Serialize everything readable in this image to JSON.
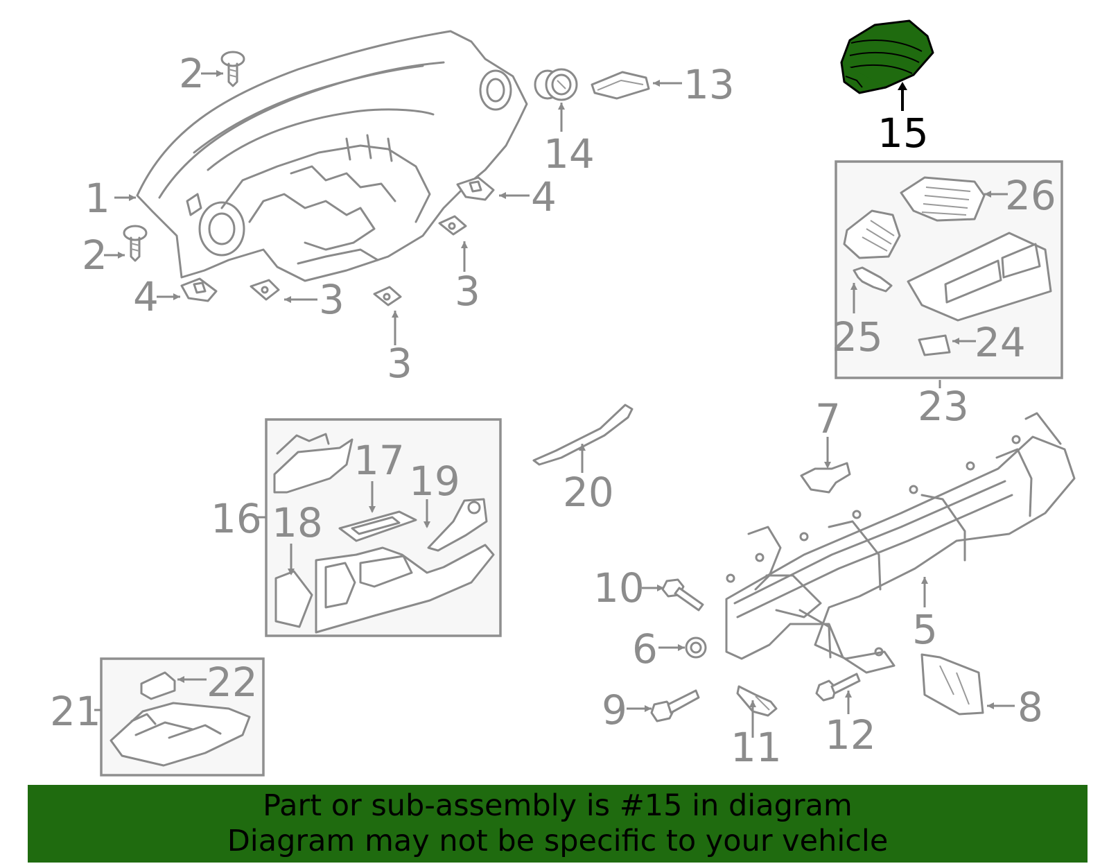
{
  "diagram": {
    "highlighted_part": "15",
    "highlight_color": "#1f6b0f",
    "callouts": [
      {
        "id": "c1",
        "text": "1"
      },
      {
        "id": "c2a",
        "text": "2"
      },
      {
        "id": "c2b",
        "text": "2"
      },
      {
        "id": "c3a",
        "text": "3"
      },
      {
        "id": "c3b",
        "text": "3"
      },
      {
        "id": "c3c",
        "text": "3"
      },
      {
        "id": "c4a",
        "text": "4"
      },
      {
        "id": "c4b",
        "text": "4"
      },
      {
        "id": "c5",
        "text": "5"
      },
      {
        "id": "c6",
        "text": "6"
      },
      {
        "id": "c7",
        "text": "7"
      },
      {
        "id": "c8",
        "text": "8"
      },
      {
        "id": "c9",
        "text": "9"
      },
      {
        "id": "c10",
        "text": "10"
      },
      {
        "id": "c11",
        "text": "11"
      },
      {
        "id": "c12",
        "text": "12"
      },
      {
        "id": "c13",
        "text": "13"
      },
      {
        "id": "c14",
        "text": "14"
      },
      {
        "id": "c15",
        "text": "15"
      },
      {
        "id": "c16",
        "text": "16"
      },
      {
        "id": "c17",
        "text": "17"
      },
      {
        "id": "c18",
        "text": "18"
      },
      {
        "id": "c19",
        "text": "19"
      },
      {
        "id": "c20",
        "text": "20"
      },
      {
        "id": "c21",
        "text": "21"
      },
      {
        "id": "c22",
        "text": "22"
      },
      {
        "id": "c23",
        "text": "23"
      },
      {
        "id": "c24",
        "text": "24"
      },
      {
        "id": "c25",
        "text": "25"
      },
      {
        "id": "c26",
        "text": "26"
      }
    ]
  },
  "banner": {
    "line1": "Part or sub-assembly is #15 in diagram",
    "line2": "Diagram may not be specific to your vehicle",
    "background": "#1f6b0f"
  }
}
